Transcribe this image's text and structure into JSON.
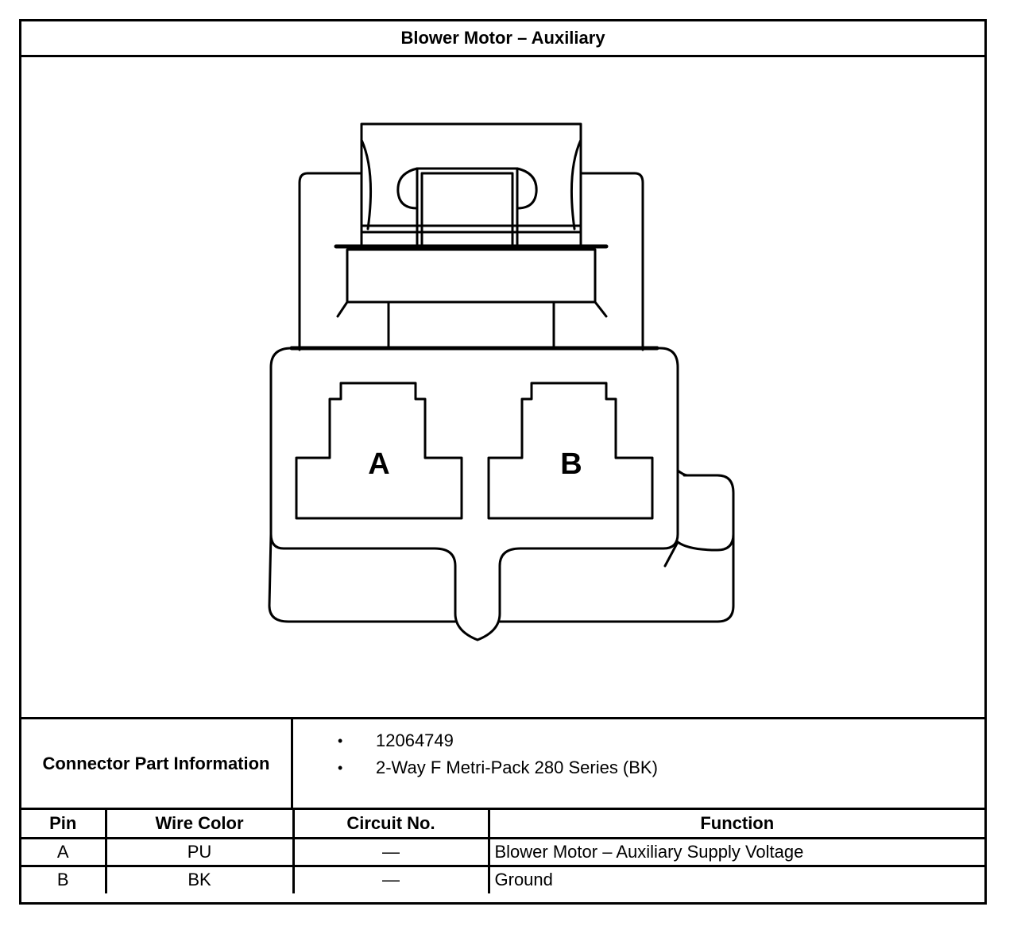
{
  "title": "Blower Motor – Auxiliary",
  "connector": {
    "pins": [
      {
        "label": "A"
      },
      {
        "label": "B"
      }
    ]
  },
  "info": {
    "label": "Connector Part Information",
    "items": [
      "12064749",
      "2-Way F Metri-Pack 280 Series (BK)"
    ],
    "bullet": "•"
  },
  "table": {
    "headers": [
      "Pin",
      "Wire Color",
      "Circuit No.",
      "Function"
    ],
    "rows": [
      {
        "pin": "A",
        "wire_color": "PU",
        "circuit": "—",
        "function": "Blower Motor – Auxiliary Supply Voltage"
      },
      {
        "pin": "B",
        "wire_color": "BK",
        "circuit": "—",
        "function": "Ground"
      }
    ]
  }
}
